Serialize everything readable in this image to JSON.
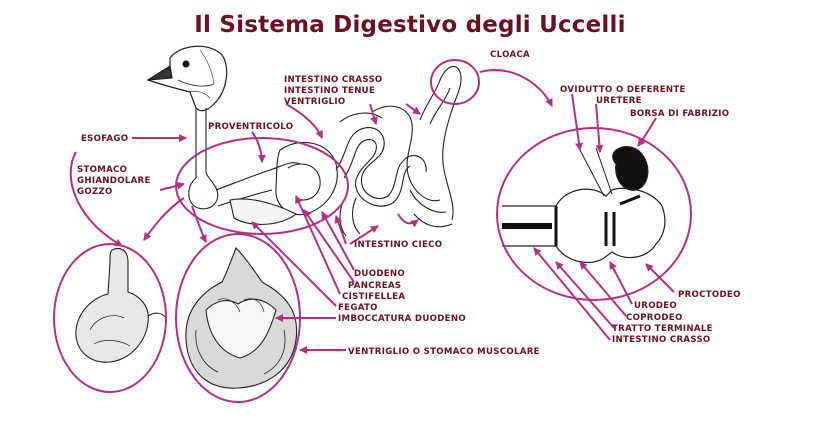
{
  "title": "Il Sistema Digestivo degli Uccelli",
  "colors": {
    "accent": "#b5307f",
    "label": "#6b1022",
    "drawing": "#222222"
  },
  "labels": {
    "cloaca": "CLOACA",
    "intestino_crasso_top": "INTESTINO CRASSO",
    "intestino_tenue": "INTESTINO TENUE",
    "ventriglio": "VENTRIGLIO",
    "proventricolo": "PROVENTRICOLO",
    "esofago": "ESOFAGO",
    "stomaco": "STOMACO",
    "ghiandolare": "GHIANDOLARE",
    "gozzo": "GOZZO",
    "intestino_cieco": "INTESTINO CIECO",
    "duodeno": "DUODENO",
    "pancreas": "PANCREAS",
    "cistifellea": "CISTIFELLEA",
    "fegato": "FEGATO",
    "imboccatura_duodeno": "IMBOCCATURA DUODENO",
    "ventriglio_muscolare": "VENTRIGLIO O STOMACO MUSCOLARE",
    "ovidutto": "OVIDUTTO O DEFERENTE",
    "uretere": "URETERE",
    "borsa_fabrizio": "BORSA DI FABRIZIO",
    "proctodeo": "PROCTODEO",
    "urodeo": "URODEO",
    "coprodeo": "COPRODEO",
    "tratto_terminale": "TRATTO TERMINALE",
    "intestino_crasso_bottom": "INTESTINO CRASSO"
  }
}
